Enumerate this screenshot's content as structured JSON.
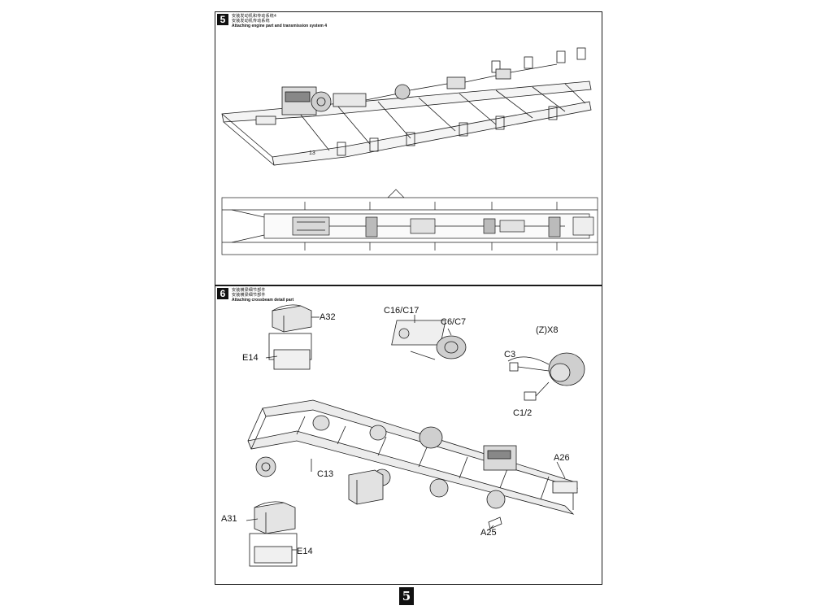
{
  "steps": [
    {
      "number": "5",
      "title_cn": "安装发动机和传动系统4",
      "subtitle_cn": "安装发动机传动系统",
      "title_en": "Attaching engine part and transmission system 4"
    },
    {
      "number": "6",
      "title_cn": "安装横梁细节部件",
      "subtitle_cn": "安装横梁细节部件",
      "title_en": "Attaching crossbeam detail part"
    }
  ],
  "callouts": {
    "a32": "A32",
    "e14_top": "E14",
    "c16_c17": "C16/C17",
    "c6_c7": "C6/C7",
    "z_x8": "(Z)X8",
    "c3": "C3",
    "c1_2": "C1/2",
    "a26": "A26",
    "c13": "C13",
    "a31": "A31",
    "e14_bottom": "E14",
    "a25": "A25"
  },
  "page_number": "5",
  "colors": {
    "ink": "#1a1a1a",
    "paper": "#ffffff"
  }
}
